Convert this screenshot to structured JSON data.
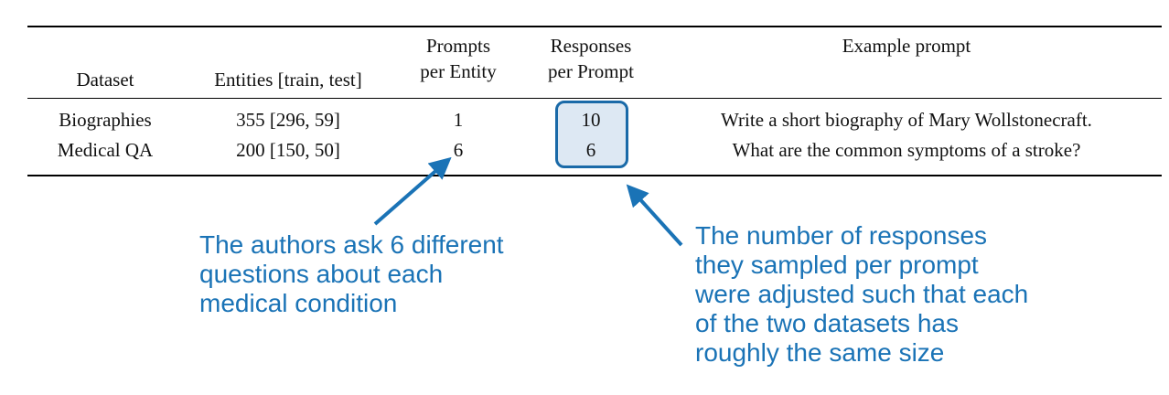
{
  "table": {
    "headers": {
      "dataset": "Dataset",
      "entities": "Entities [train, test]",
      "prompts_per_entity": [
        "Prompts",
        "per Entity"
      ],
      "responses_per_prompt": [
        "Responses",
        "per Prompt"
      ],
      "example_prompt": "Example prompt"
    },
    "rows": [
      {
        "dataset": "Biographies",
        "entities": "355 [296, 59]",
        "prompts_per_entity": "1",
        "responses_per_prompt": "10",
        "example_prompt": "Write a short biography of Mary Wollstonecraft."
      },
      {
        "dataset": "Medical QA",
        "entities": "200 [150, 50]",
        "prompts_per_entity": "6",
        "responses_per_prompt": "6",
        "example_prompt": "What are the common symptoms of a stroke?"
      }
    ]
  },
  "annotations": {
    "left": [
      "The authors ask 6 different",
      "questions about each",
      "medical condition"
    ],
    "right": [
      "The number of responses",
      "they sampled per prompt",
      "were adjusted such that each",
      "of the two datasets has",
      "roughly the same size"
    ]
  },
  "colors": {
    "annotation": "#1a73b6",
    "highlight_border": "#1a6aa8",
    "highlight_fill": "#dde8f3",
    "rules": "#000000"
  }
}
